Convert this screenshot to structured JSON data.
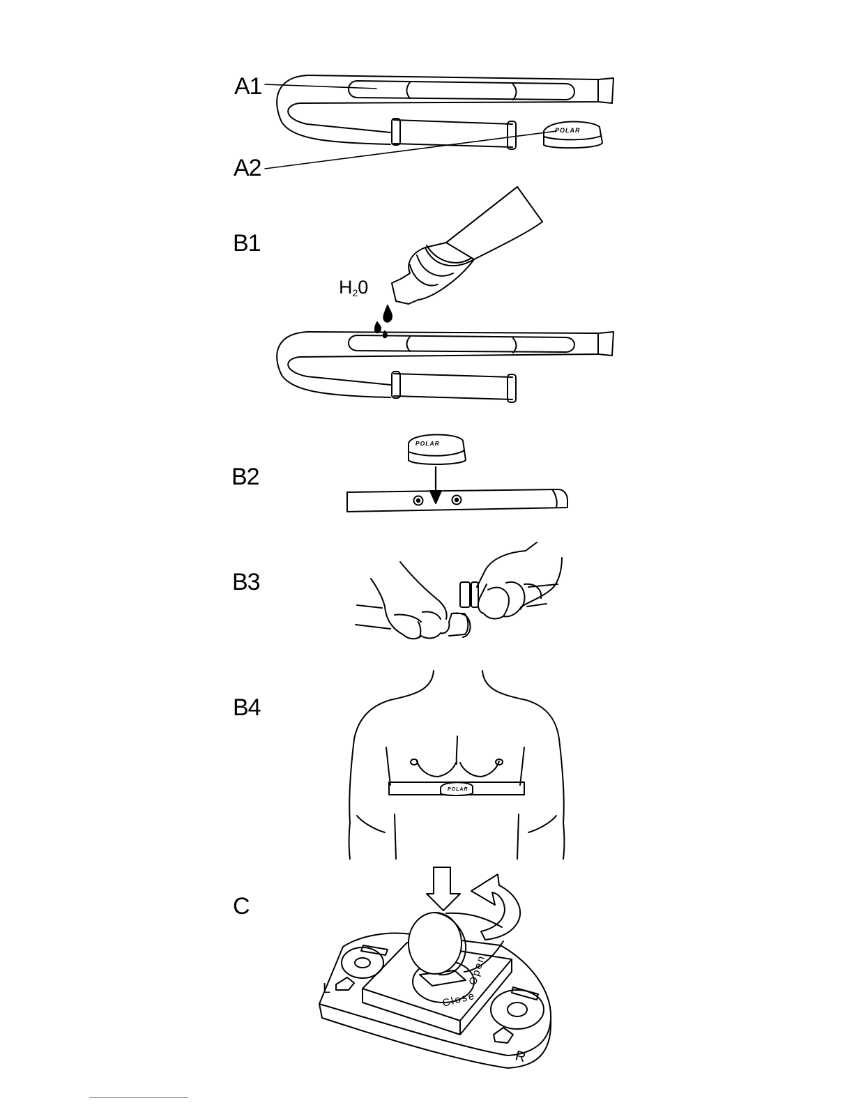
{
  "labels": {
    "a1": "A1",
    "a2": "A2",
    "b1": "B1",
    "b2": "B2",
    "b3": "B3",
    "b4": "B4",
    "c": "C"
  },
  "water": {
    "h": "H",
    "sub": "2",
    "o": "0"
  },
  "brand": "POLAR",
  "mount": {
    "open": "Open",
    "close": "Close",
    "left": "L",
    "right": "R"
  }
}
